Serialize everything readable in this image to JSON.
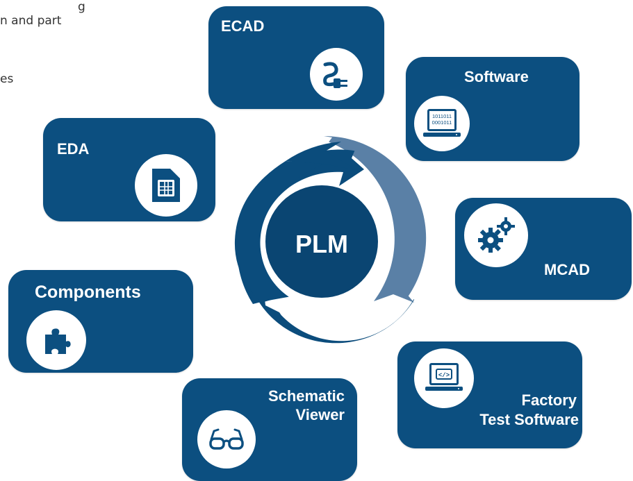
{
  "intro_fragments": [
    "g",
    "n and part",
    "es"
  ],
  "center_label": "PLM",
  "tiles": {
    "ecad": {
      "label": "ECAD",
      "icon": "plug-icon"
    },
    "software": {
      "label": "Software",
      "icon": "laptop-binary-icon",
      "binary_line1": "1011011",
      "binary_line2": "0001011"
    },
    "eda": {
      "label": "EDA",
      "icon": "sim-chip-icon"
    },
    "mcad": {
      "label": "MCAD",
      "icon": "gears-icon"
    },
    "components": {
      "label": "Components",
      "icon": "puzzle-icon"
    },
    "factory": {
      "label_line1": "Factory",
      "label_line2": "Test Software",
      "icon": "laptop-code-icon",
      "code_glyph": "</>"
    },
    "schematic": {
      "label_line1": "Schematic",
      "label_line2": "Viewer",
      "icon": "glasses-icon"
    }
  },
  "colors": {
    "tile": "#0c4f80",
    "arrow_dark": "#0b4c7c",
    "arrow_light": "#5a80a6",
    "center": "#0a4572",
    "text_gray": "#333333"
  }
}
